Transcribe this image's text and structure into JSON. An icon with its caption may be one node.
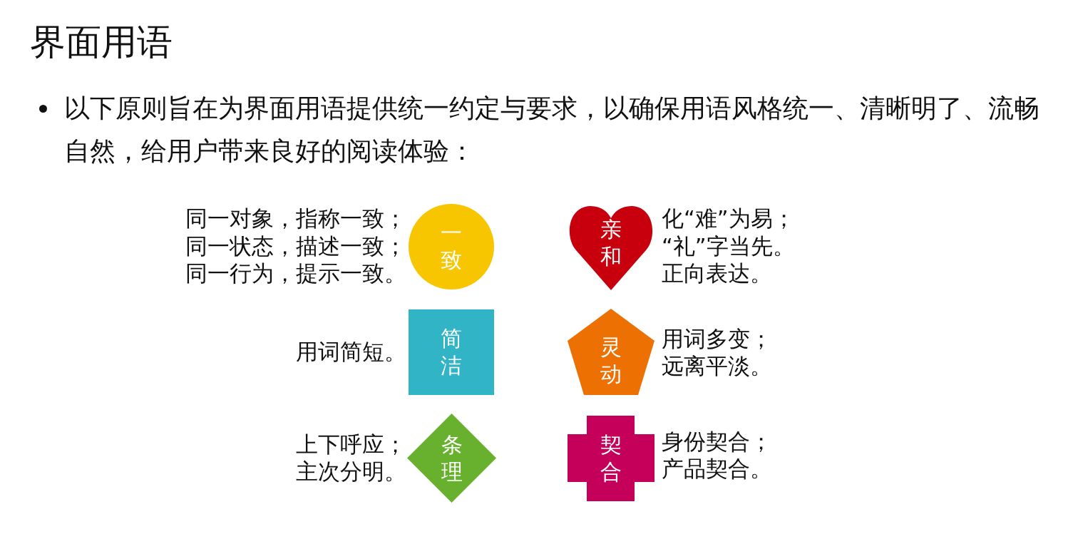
{
  "diagram": {
    "title": "界面用语",
    "nodes": [
      {
        "text": [
          "一致"
        ],
        "beside": [
          "同一对象，指称一致；",
          "同一状态，描述一致；",
          "同一行为，提示一致。"
        ]
      },
      {
        "text": [
          "亲和"
        ],
        "beside": [
          "化“难”为易；",
          "“礼”字当先。",
          "正向表达。"
        ]
      },
      {
        "text": [
          "简洁"
        ],
        "beside": [
          "用词简短。"
        ]
      },
      {
        "text": [
          "灵动"
        ],
        "beside": [
          "用词多变；",
          "远离平淡。"
        ]
      },
      {
        "text": [
          "条理"
        ],
        "beside": [
          "上下呼应；",
          "主次分明。"
        ]
      },
      {
        "text": [
          "契合"
        ],
        "beside": [
          "身份契合；",
          "产品契合。"
        ]
      }
    ],
    "labels": [
      "以下原则旨在为界面用语提供统一约定与要求，以确保用语风格统一、清晰明了、流畅自然，给用户带来良好的阅读体验："
    ]
  }
}
